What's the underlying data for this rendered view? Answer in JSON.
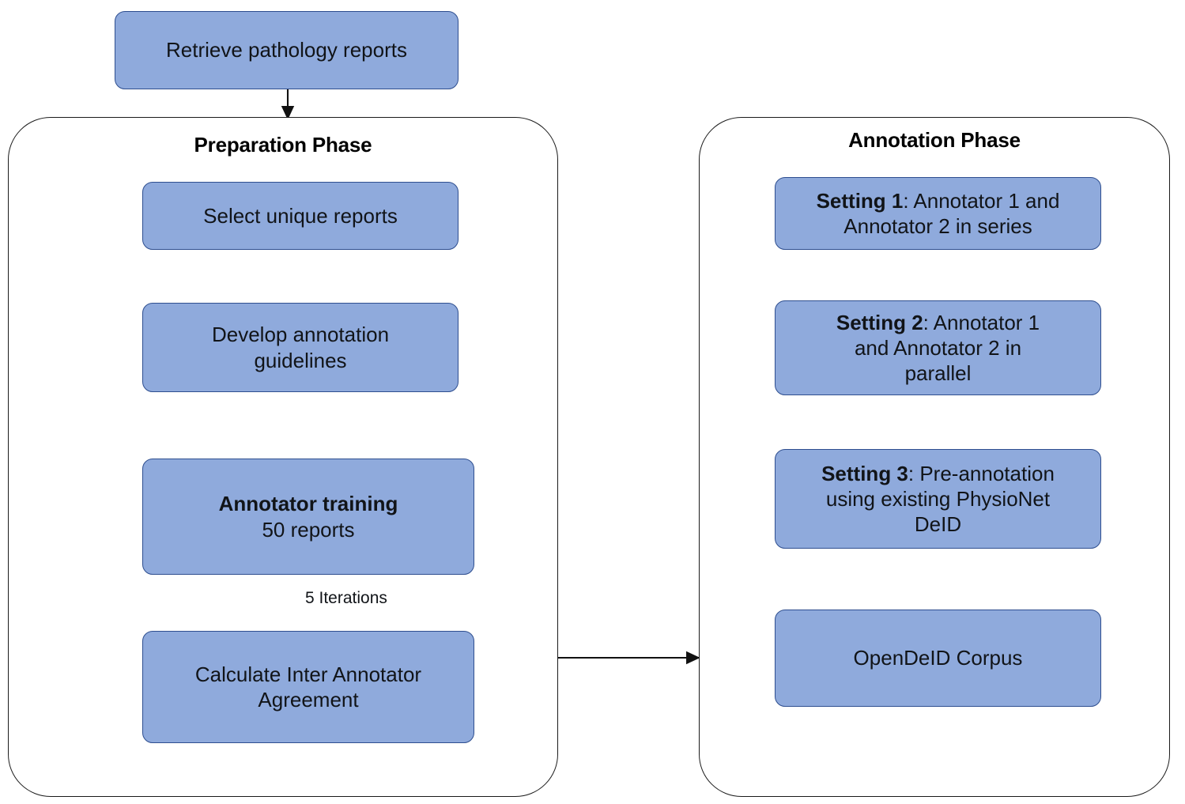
{
  "diagram": {
    "title_top_node": "Retrieve pathology reports",
    "colors": {
      "node_fill": "#8FAADC",
      "node_border": "#2E4E8F",
      "container_border": "#1b1b1b",
      "text": "#111418",
      "background": "#ffffff"
    }
  },
  "entry_node": {
    "label": "Retrieve pathology reports"
  },
  "preparation_phase": {
    "title": "Preparation Phase",
    "nodes": [
      {
        "label": "Select unique reports"
      },
      {
        "line1": "Develop annotation",
        "line2": "guidelines"
      },
      {
        "bold_line": "Annotator training",
        "line2": "50 reports"
      },
      {
        "line1": "Calculate Inter Annotator",
        "line2": "Agreement"
      }
    ],
    "edge_labels": {
      "iterations": "5 Iterations"
    }
  },
  "annotation_phase": {
    "title": "Annotation Phase",
    "nodes": [
      {
        "bold_prefix": "Setting 1",
        "rest_line1": ": Annotator 1 and",
        "line2": "Annotator 2 in series"
      },
      {
        "bold_prefix": "Setting 2",
        "rest_line1": ": Annotator 1",
        "line2": "and Annotator 2 in",
        "line3": "parallel"
      },
      {
        "bold_prefix": "Setting 3",
        "rest_line1": ": Pre-annotation",
        "line2": "using existing PhysioNet",
        "line3": "DeID"
      },
      {
        "label": "OpenDeID Corpus"
      }
    ]
  }
}
